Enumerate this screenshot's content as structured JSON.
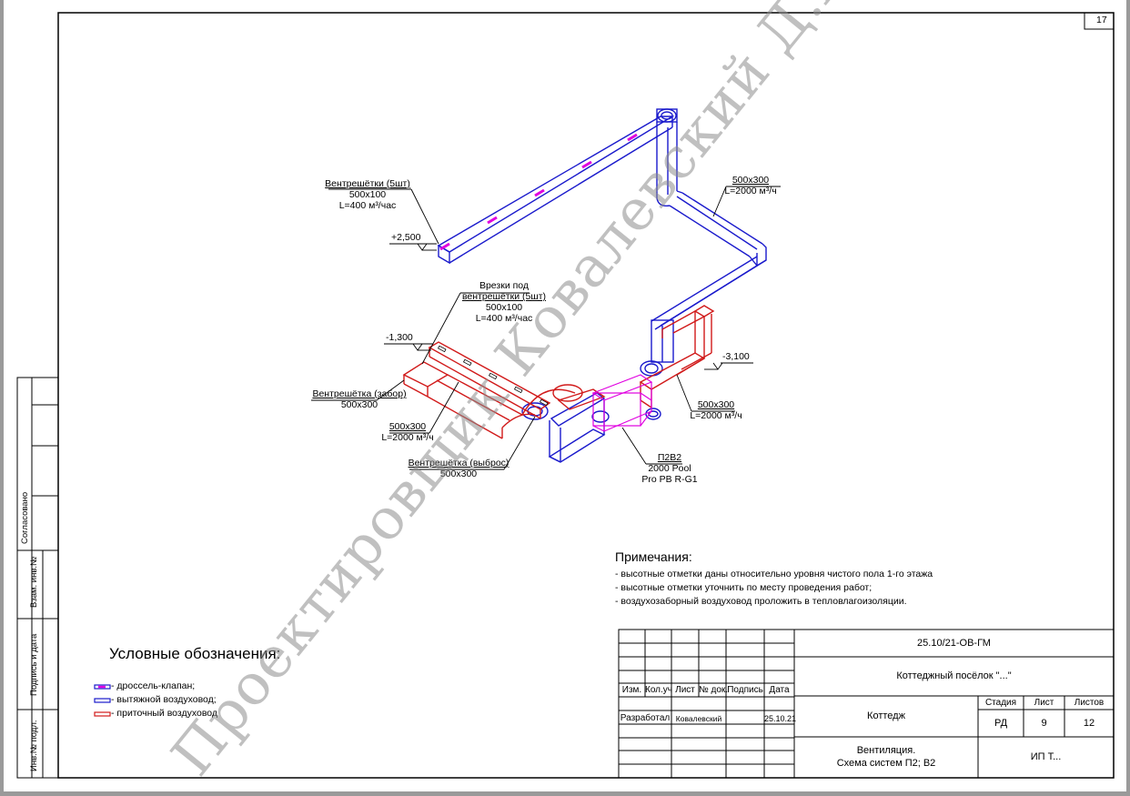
{
  "sheet_number": "17",
  "labels": {
    "grilles_top": [
      "Вентрешётки (5шт)",
      "500x100",
      "L=400 м³/час"
    ],
    "elev_top": "+2,500",
    "exhaust_top": [
      "500x300",
      "L=2000 м³/ч"
    ],
    "inserts": [
      "Врезки под",
      "вентрешётки (5шт)",
      "500x100",
      "L=400 м³/час"
    ],
    "elev_mid": "-1,300",
    "elev_right": "-3,100",
    "intake_grille": [
      "Вентрешётка (забор)",
      "500x300"
    ],
    "right_duct": [
      "500x300",
      "L=2000 м³/ч"
    ],
    "left_duct": [
      "500x300",
      "L=2000 м³/ч"
    ],
    "exhaust_grille": [
      "Вентрешётка (выброс)",
      "500x300"
    ],
    "unit": [
      "П2В2",
      "2000 Pool",
      "Pro PB R-G1"
    ]
  },
  "notes": {
    "title": "Примечания:",
    "items": [
      "- высотные отметки даны относительно уровня чистого пола 1-го этажа",
      "- высотные отметки уточнить по месту проведения работ;",
      "- воздухозаборный воздуховод проложить в тепловлагоизоляции."
    ]
  },
  "legend": {
    "title": "Условные обозначения:",
    "items": [
      {
        "label": "- дроссель-клапан;",
        "color": "#e000e0"
      },
      {
        "label": "- вытяжной воздуховод;",
        "color": "#1a1acc"
      },
      {
        "label": "- приточный воздуховод",
        "color": "#d11a1a"
      }
    ]
  },
  "side_stamp": {
    "agreed": "Согласовано",
    "inv_replace": "Взам. инв.№",
    "sign_date": "Подпись и дата",
    "inv_orig": "Инв.№ подл."
  },
  "title_block": {
    "doc_code": "25.10/21-ОВ-ГМ",
    "project": "Коттеджный посёлок \"...\"",
    "object": "Коттедж",
    "sheet_name": [
      "Вентиляция.",
      "Схема систем П2; В2"
    ],
    "company": "ИП Т...",
    "headers": {
      "change": "Изм.",
      "qty": "Кол.уч",
      "sheet": "Лист",
      "doc": "№ док.",
      "sign": "Подпись",
      "date": "Дата",
      "stage": "Стадия",
      "sheet2": "Лист",
      "sheets": "Листов"
    },
    "developed_label": "Разработал",
    "developer": "Ковалевский",
    "date_value": "25.10.21",
    "stage_value": "РД",
    "sheet_value": "9",
    "sheets_value": "12"
  },
  "watermark": "Проектировщик Ковалевский Д.А.",
  "colors": {
    "exhaust": "#1a1acc",
    "supply": "#d11a1a",
    "damper": "#e000e0"
  }
}
